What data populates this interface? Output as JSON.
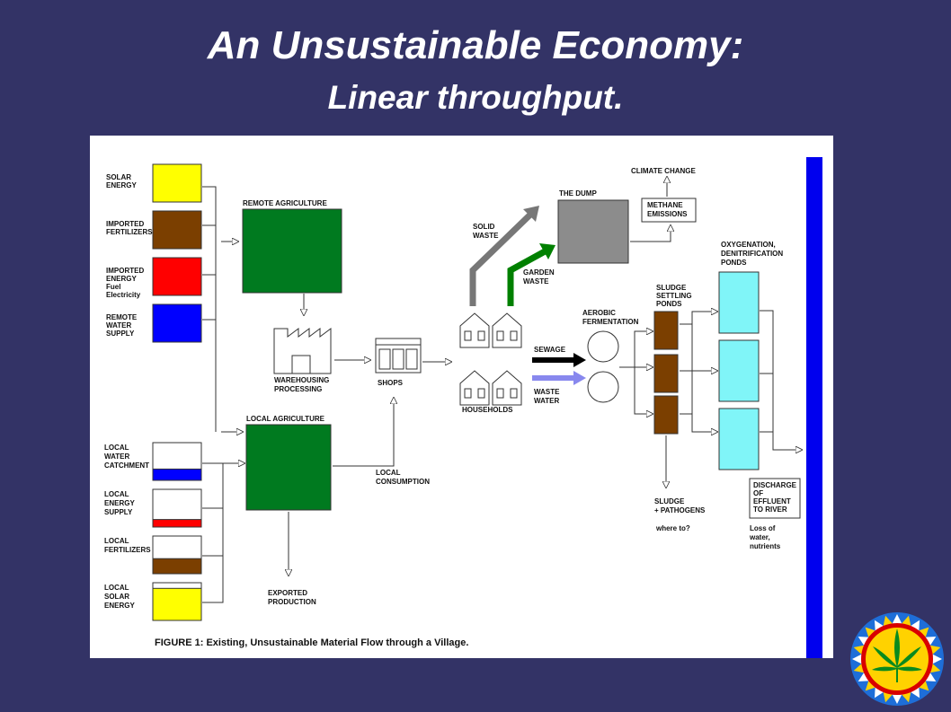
{
  "slide": {
    "title": "An Unsustainable Economy:",
    "subtitle": "Linear throughput."
  },
  "diagram": {
    "caption": "FIGURE 1: Existing, Unsustainable Material Flow through a Village.",
    "inputs_remote": [
      {
        "lines": [
          "SOLAR",
          "ENERGY"
        ],
        "color": "#ffff00"
      },
      {
        "lines": [
          "IMPORTED",
          "FERTILIZERS"
        ],
        "color": "#7b3f00"
      },
      {
        "lines": [
          "IMPORTED",
          "ENERGY",
          "Fuel",
          "Electricity"
        ],
        "color": "#ff0000"
      },
      {
        "lines": [
          "REMOTE",
          "WATER",
          "SUPPLY"
        ],
        "color": "#0000ff"
      }
    ],
    "inputs_local": [
      {
        "lines": [
          "LOCAL",
          "WATER",
          "CATCHMENT"
        ],
        "color": "#0000ff",
        "fill_fraction": 0.3
      },
      {
        "lines": [
          "LOCAL",
          "ENERGY",
          "SUPPLY"
        ],
        "color": "#ff0000",
        "fill_fraction": 0.2
      },
      {
        "lines": [
          "LOCAL",
          "FERTILIZERS"
        ],
        "color": "#7b3f00",
        "fill_fraction": 0.4
      },
      {
        "lines": [
          "LOCAL",
          "SOLAR",
          "ENERGY"
        ],
        "color": "#ffff00",
        "fill_fraction": 0.85
      }
    ],
    "remote_agriculture": "REMOTE   AGRICULTURE",
    "local_agriculture": "LOCAL AGRICULTURE",
    "warehousing": [
      "WAREHOUSING",
      "PROCESSING"
    ],
    "shops": "SHOPS",
    "local_consumption": [
      "LOCAL",
      "CONSUMPTION"
    ],
    "exported_production": [
      "EXPORTED",
      "PRODUCTION"
    ],
    "households": "HOUSEHOLDS",
    "solid_waste": [
      "SOLID",
      "WASTE"
    ],
    "garden_waste": [
      "GARDEN",
      "WASTE"
    ],
    "the_dump": "THE DUMP",
    "climate_change": "CLIMATE CHANGE",
    "methane_emissions": [
      "METHANE",
      "EMISSIONS"
    ],
    "sewage": "SEWAGE",
    "waste_water": [
      "WASTE",
      "WATER"
    ],
    "aerobic_fermentation": [
      "AEROBIC",
      "FERMENTATION"
    ],
    "sludge_settling_ponds": [
      "SLUDGE",
      "SETTLING",
      "PONDS"
    ],
    "oxygenation_ponds": [
      "OXYGENATION,",
      "DENITRIFICATION",
      "PONDS"
    ],
    "sludge_pathogens": [
      "SLUDGE",
      "+ PATHOGENS"
    ],
    "where_to": "where to?",
    "discharge": [
      "DISCHARGE",
      "OF",
      "EFFLUENT",
      "TO RIVER"
    ],
    "loss": [
      "Loss of",
      "water,",
      "nutrients"
    ],
    "colors": {
      "agriculture": "#007a1f",
      "dump": "#8c8c8c",
      "sludge": "#7b3f00",
      "ponds": "#80f5f8",
      "river": "#0000ee",
      "methane": "#cc0000",
      "garden_arrow": "#008000",
      "waste_water_arrow": "#8888ee"
    }
  }
}
